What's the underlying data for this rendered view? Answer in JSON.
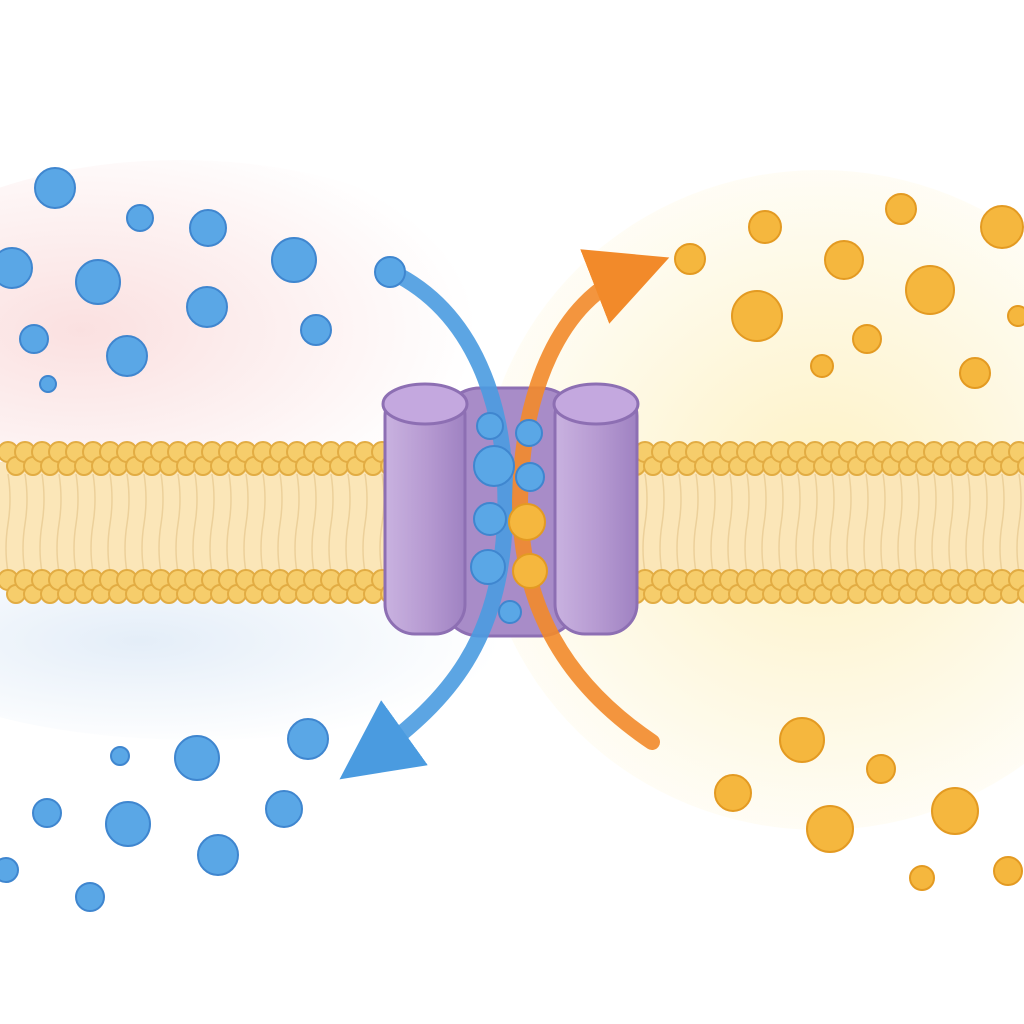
{
  "colors": {
    "background": "#ffffff",
    "blue_particle": "#5aa7e6",
    "blue_particle_edge": "#3f86cf",
    "orange_particle": "#f5b73e",
    "orange_particle_edge": "#e39a22",
    "blue_arrow": "#4a9be0",
    "orange_arrow": "#f28a2a",
    "protein": "#b79bd2",
    "protein_edge": "#8d6fb3",
    "membrane_head": "#f6cd6b",
    "membrane_head_edge": "#e2ac43",
    "membrane_tail": "#fbe6b8",
    "left_glow_top": "#f9d6d6",
    "left_glow_bottom": "#dbe8f6",
    "right_glow": "#fdeeb5"
  },
  "diagram": {
    "membrane": "phospholipid-bilayer",
    "channel": "transport-protein",
    "flows": [
      "blue-molecule-downward",
      "orange-molecule-upward"
    ]
  }
}
